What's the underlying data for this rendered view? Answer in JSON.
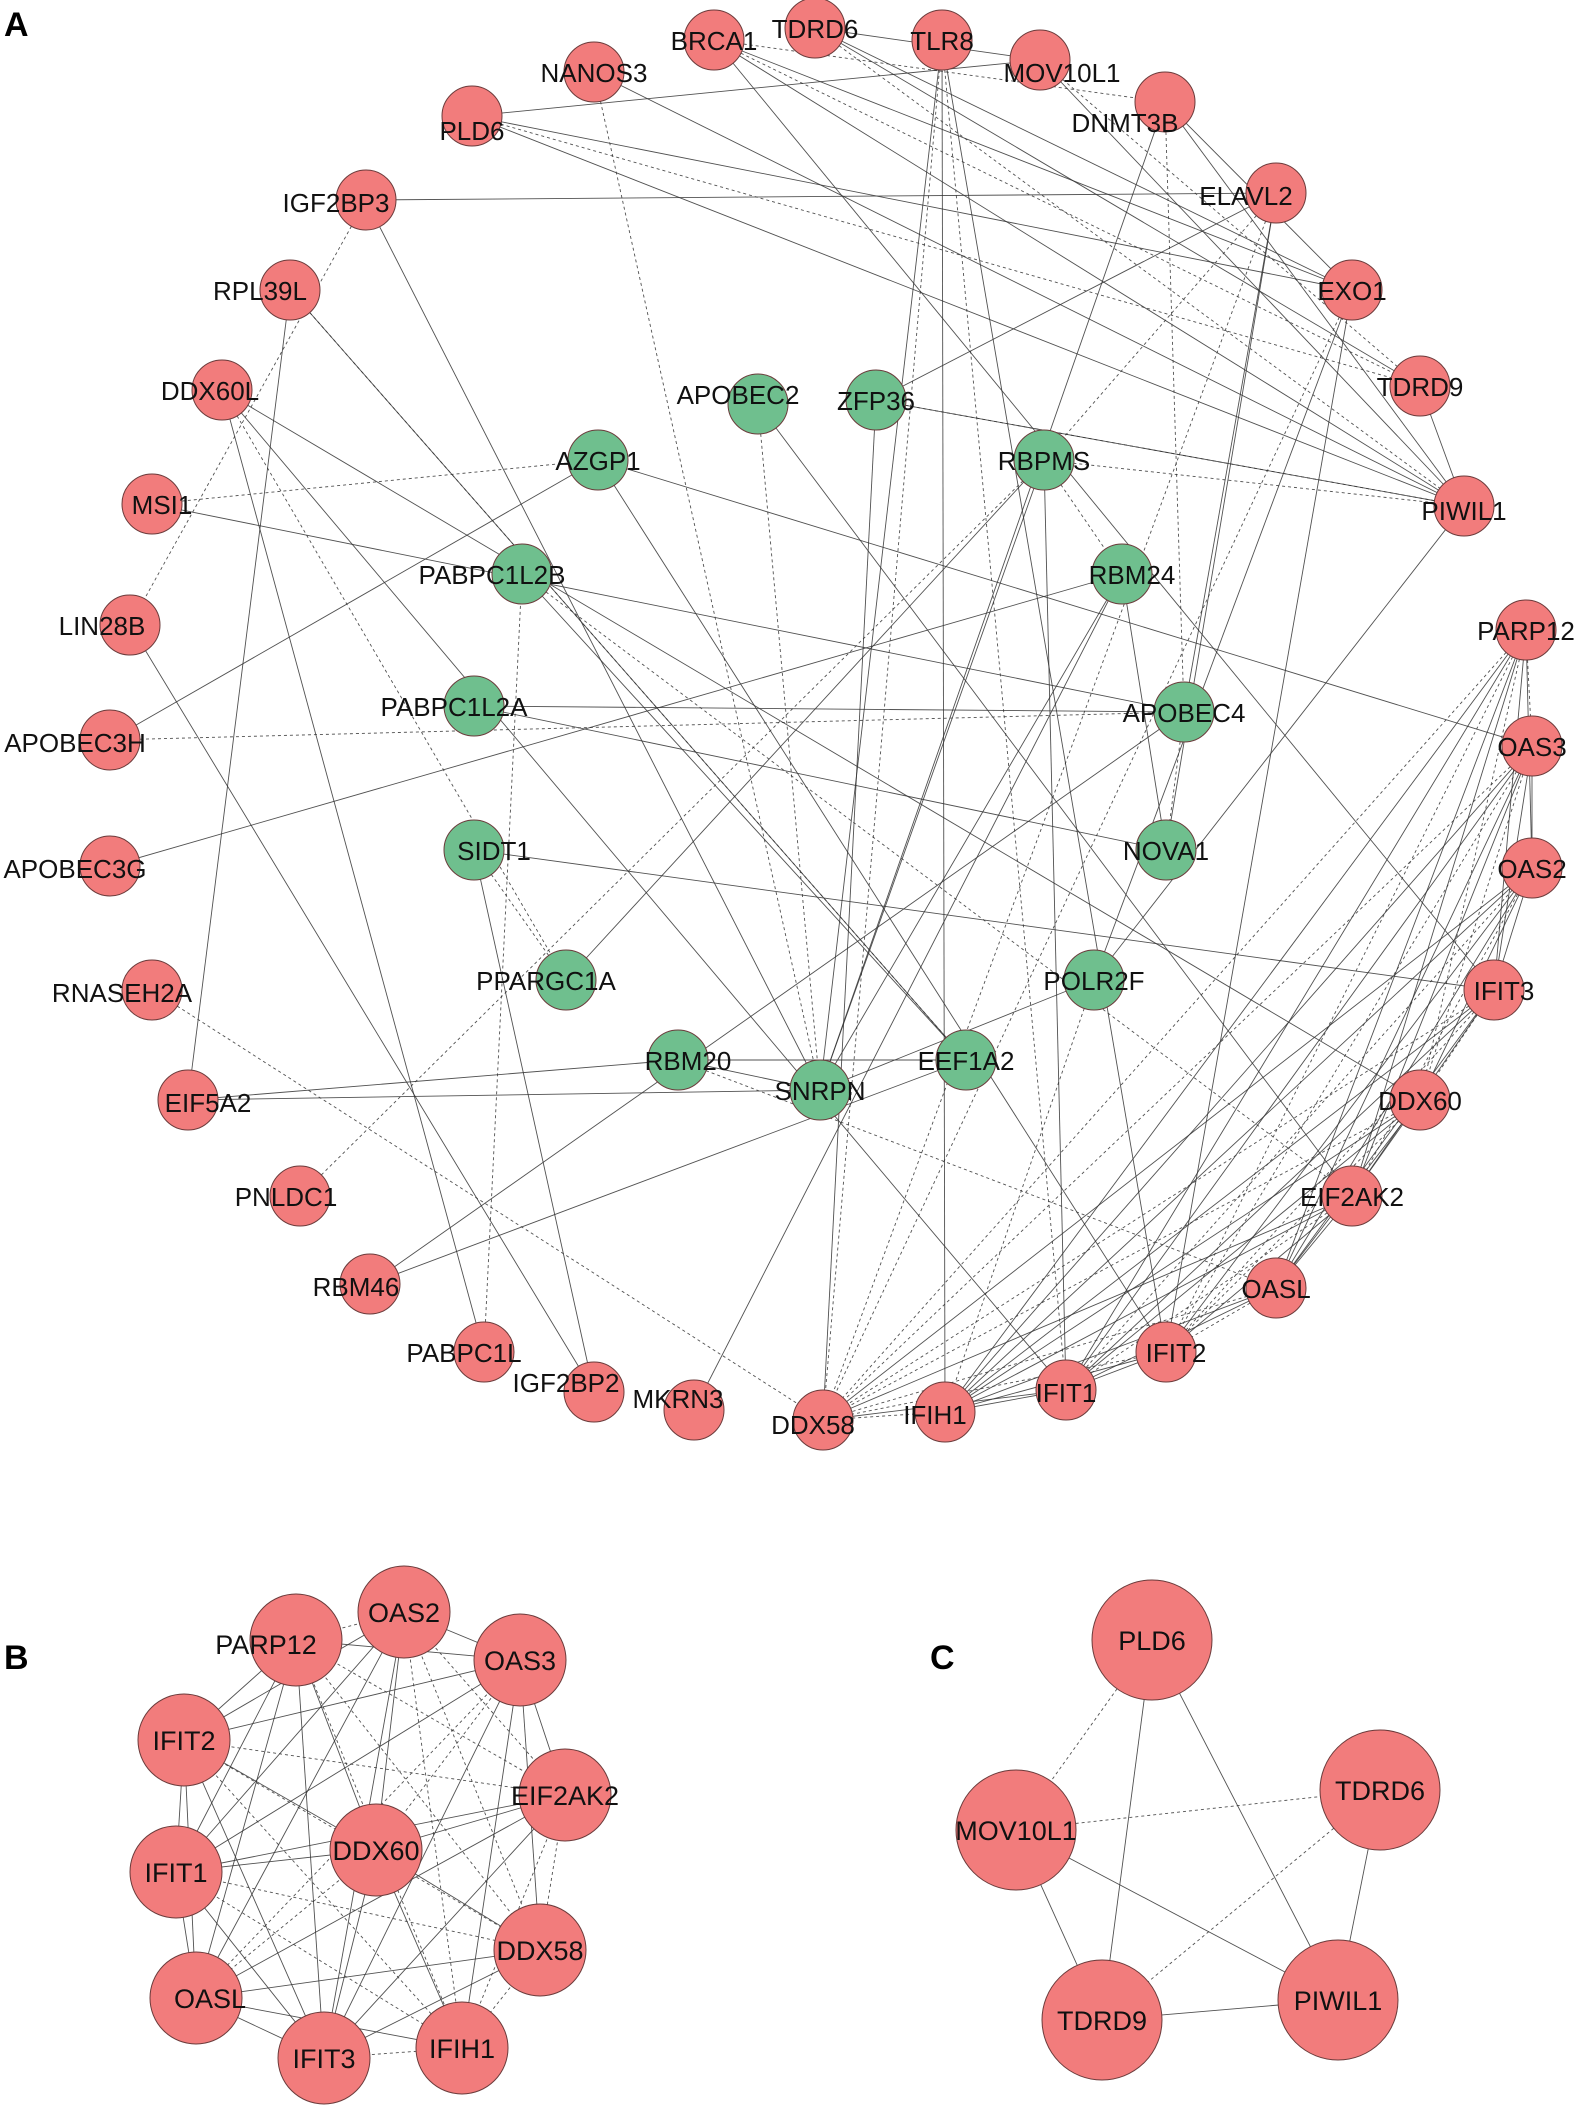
{
  "colors": {
    "red_node": "#F27C7C",
    "green_node": "#6FBF8E",
    "node_stroke": "#6b3b3b",
    "edge": "#333333"
  },
  "panels": [
    {
      "letter": "A",
      "red_nodes": [
        "BRCA1",
        "TDRD6",
        "TLR8",
        "MOV10L1",
        "NANOS3",
        "DNMT3B",
        "PLD6",
        "ELAVL2",
        "IGF2BP3",
        "EXO1",
        "RPL39L",
        "TDRD9",
        "DDX60L",
        "PIWIL1",
        "MSI1",
        "PARP12",
        "LIN28B",
        "OAS3",
        "APOBEC3H",
        "OAS2",
        "APOBEC3G",
        "IFIT3",
        "RNASEH2A",
        "DDX60",
        "EIF5A2",
        "EIF2AK2",
        "PNLDC1",
        "OASL",
        "RBM46",
        "IFIT2",
        "PABPC1L",
        "IFIT1",
        "IGF2BP2",
        "IFIH1",
        "MKRN3",
        "DDX58"
      ],
      "green_nodes": [
        "APOBEC2",
        "ZFP36",
        "AZGP1",
        "RBPMS",
        "PABPC1L2B",
        "RBM24",
        "PABPC1L2A",
        "APOBEC4",
        "SIDT1",
        "NOVA1",
        "PPARGC1A",
        "POLR2F",
        "RBM20",
        "SNRPN",
        "EEF1A2"
      ]
    },
    {
      "letter": "B",
      "red_nodes": [
        "PARP12",
        "OAS2",
        "OAS3",
        "IFIT2",
        "EIF2AK2",
        "DDX60",
        "IFIT1",
        "DDX58",
        "OASL",
        "IFIT3",
        "IFIH1"
      ]
    },
    {
      "letter": "C",
      "red_nodes": [
        "PLD6",
        "TDRD6",
        "MOV10L1",
        "TDRD9",
        "PIWIL1"
      ]
    }
  ]
}
